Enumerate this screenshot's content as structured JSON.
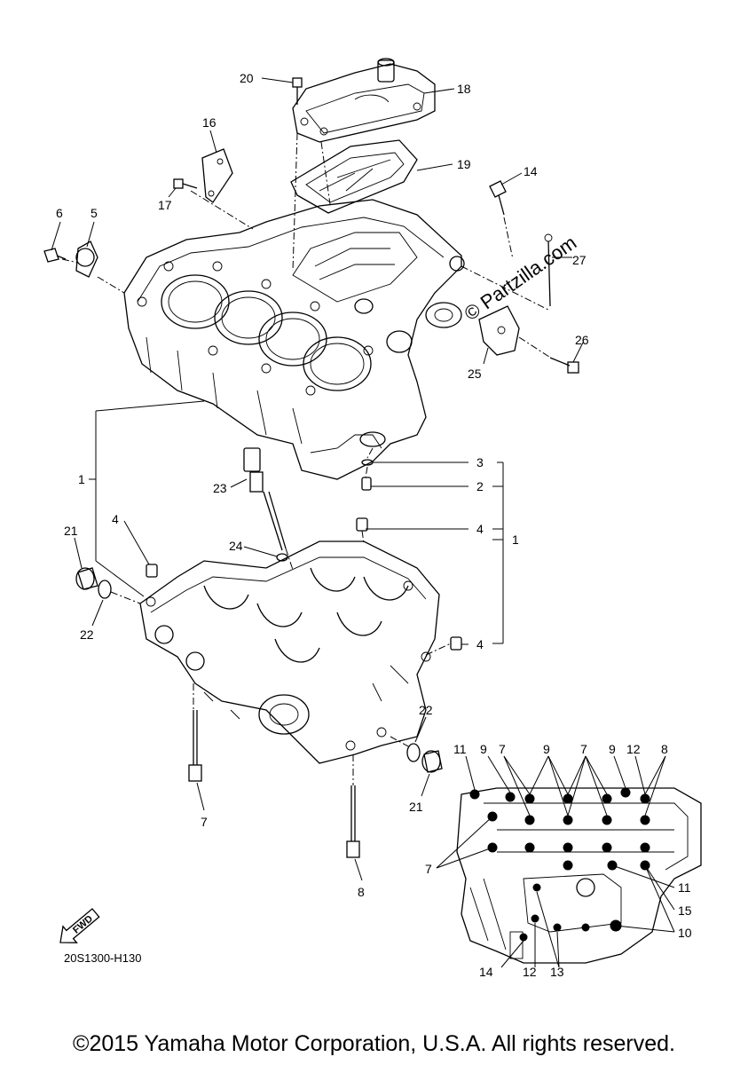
{
  "diagram": {
    "watermark": "© Partzilla.com",
    "fwd_label": "FWD",
    "drawing_code": "20S1300-H130",
    "copyright": "©2015 Yamaha Motor Corporation, U.S.A. All rights reserved.",
    "callouts": [
      {
        "id": "c20",
        "label": "20"
      },
      {
        "id": "c18",
        "label": "18"
      },
      {
        "id": "c16",
        "label": "16"
      },
      {
        "id": "c19",
        "label": "19"
      },
      {
        "id": "c14a",
        "label": "14"
      },
      {
        "id": "c17",
        "label": "17"
      },
      {
        "id": "c6",
        "label": "6"
      },
      {
        "id": "c5",
        "label": "5"
      },
      {
        "id": "c27",
        "label": "27"
      },
      {
        "id": "c26",
        "label": "26"
      },
      {
        "id": "c25",
        "label": "25"
      },
      {
        "id": "c3",
        "label": "3"
      },
      {
        "id": "c2",
        "label": "2"
      },
      {
        "id": "c1a",
        "label": "1"
      },
      {
        "id": "c23",
        "label": "23"
      },
      {
        "id": "c4a",
        "label": "4"
      },
      {
        "id": "c4b",
        "label": "4"
      },
      {
        "id": "c1b",
        "label": "1"
      },
      {
        "id": "c21a",
        "label": "21"
      },
      {
        "id": "c24",
        "label": "24"
      },
      {
        "id": "c22a",
        "label": "22"
      },
      {
        "id": "c4c",
        "label": "4"
      },
      {
        "id": "c22b",
        "label": "22"
      },
      {
        "id": "c21b",
        "label": "21"
      },
      {
        "id": "c7a",
        "label": "7"
      },
      {
        "id": "c8a",
        "label": "8"
      },
      {
        "id": "c11a",
        "label": "11"
      },
      {
        "id": "c9a",
        "label": "9"
      },
      {
        "id": "c7b",
        "label": "7"
      },
      {
        "id": "c9b",
        "label": "9"
      },
      {
        "id": "c7c",
        "label": "7"
      },
      {
        "id": "c9c",
        "label": "9"
      },
      {
        "id": "c12a",
        "label": "12"
      },
      {
        "id": "c8b",
        "label": "8"
      },
      {
        "id": "c7d",
        "label": "7"
      },
      {
        "id": "c11b",
        "label": "11"
      },
      {
        "id": "c15",
        "label": "15"
      },
      {
        "id": "c10",
        "label": "10"
      },
      {
        "id": "c14b",
        "label": "14"
      },
      {
        "id": "c12b",
        "label": "12"
      },
      {
        "id": "c13",
        "label": "13"
      }
    ]
  }
}
